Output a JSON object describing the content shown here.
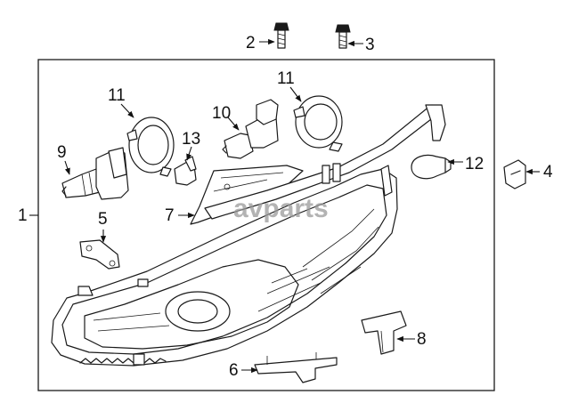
{
  "watermark": "avparts",
  "callouts": {
    "c1": "1",
    "c2": "2",
    "c3": "3",
    "c4": "4",
    "c5": "5",
    "c6": "6",
    "c7": "7",
    "c8": "8",
    "c9": "9",
    "c10": "10",
    "c11a": "11",
    "c11b": "11",
    "c12": "12",
    "c13": "13"
  }
}
